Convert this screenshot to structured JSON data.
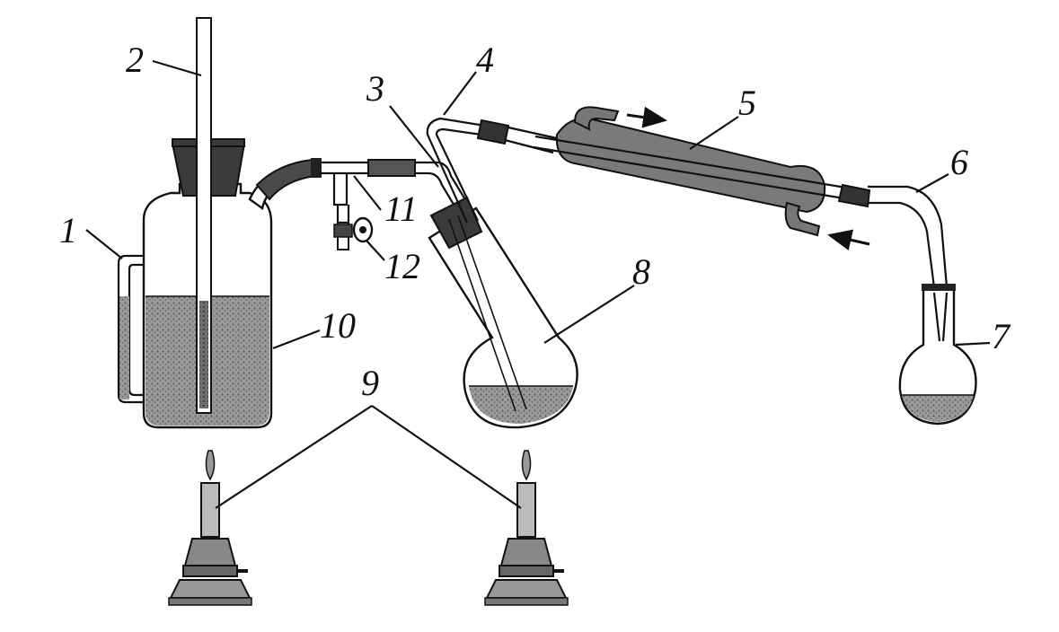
{
  "labels": {
    "l1": "1",
    "l2": "2",
    "l3": "3",
    "l4": "4",
    "l5": "5",
    "l6": "6",
    "l7": "7",
    "l8": "8",
    "l9": "9",
    "l10": "10",
    "l11": "11",
    "l12": "12"
  },
  "colors": {
    "liquid": "#8a8a8a",
    "stopper": "#3a3a3a",
    "condenser": "#7a7a7a"
  }
}
